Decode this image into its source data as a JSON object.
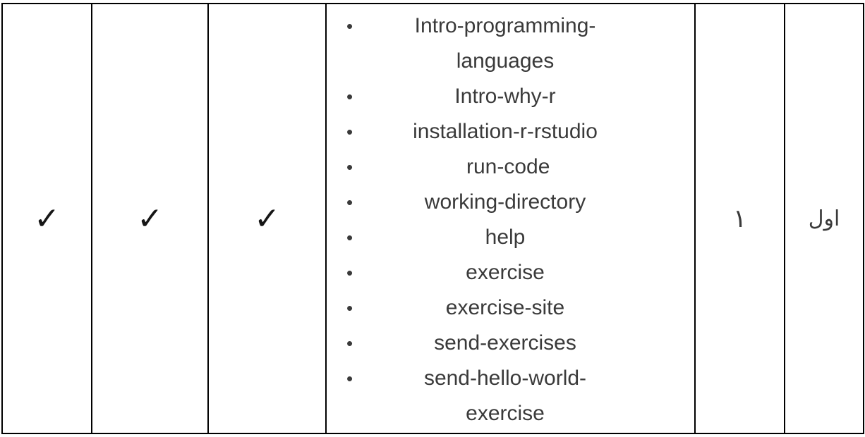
{
  "colors": {
    "border": "#000000",
    "text": "#3a3a3a",
    "check": "#161616"
  },
  "table": {
    "checks": [
      "✓",
      "✓",
      "✓"
    ],
    "topics": {
      "bullet": "•",
      "items": [
        "Intro-programming-languages",
        "Intro-why-r",
        "installation-r-rstudio",
        " run-code",
        "working-directory",
        "help",
        "exercise",
        "exercise-site",
        "send-exercises",
        "send-hello-world-exercise"
      ]
    },
    "session_number": "١",
    "session_name": "اول"
  }
}
